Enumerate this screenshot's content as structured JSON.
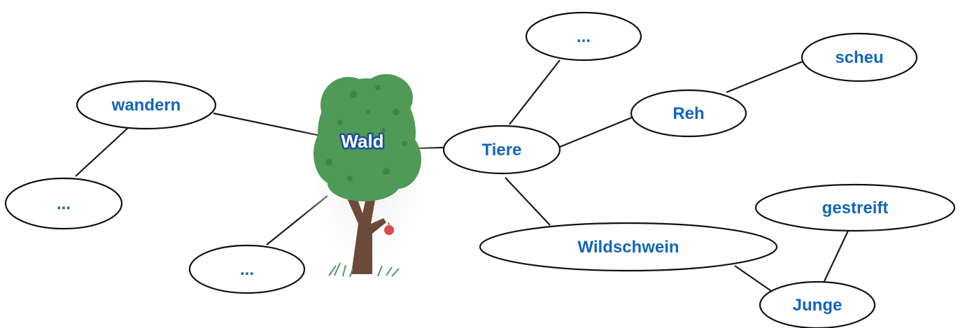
{
  "colors": {
    "label": "#1466b8",
    "center_label_fill": "#ffffff",
    "center_label_outline": "#1b4f9a",
    "foliage": "#4f9a57",
    "trunk": "#6b4a3a",
    "apple": "#d94a4a"
  },
  "center": {
    "label": "Wald",
    "icon": "tree-icon"
  },
  "nodes": {
    "top_dots": "...",
    "scheu": "scheu",
    "wandern": "wandern",
    "reh": "Reh",
    "tiere": "Tiere",
    "left_dots": "...",
    "gestreift": "gestreift",
    "bottom_dots": "...",
    "wildschwein": "Wildschwein",
    "junge": "Junge"
  }
}
